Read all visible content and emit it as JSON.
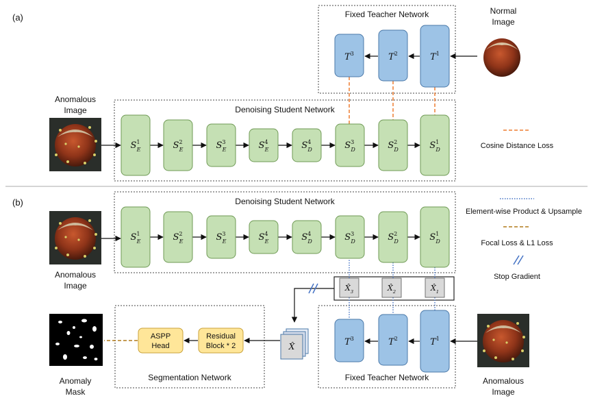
{
  "panel_a": {
    "label": "(a)",
    "teacher_title": "Fixed Teacher Network",
    "student_title": "Denoising Student Network",
    "normal_image_line1": "Normal",
    "normal_image_line2": "Image",
    "anomalous_image_line1": "Anomalous",
    "anomalous_image_line2": "Image",
    "legend_cosine": "Cosine Distance Loss"
  },
  "panel_b": {
    "label": "(b)",
    "student_title": "Denoising Student Network",
    "teacher_title": "Fixed Teacher Network",
    "segmentation_title": "Segmentation Network",
    "anomalous_image_line1": "Anomalous",
    "anomalous_image_line2": "Image",
    "anomaly_mask_line1": "Anomaly",
    "anomaly_mask_line2": "Mask",
    "aspp_line1": "ASPP",
    "aspp_line2": "Head",
    "residual_line1": "Residual",
    "residual_line2": "Block * 2",
    "legend_elementwise": "Element-wise Product & Upsample",
    "legend_focal": "Focal Loss & L1 Loss",
    "legend_stop": "Stop Gradient"
  },
  "symbols": {
    "student": [
      {
        "base": "S",
        "sub": "E",
        "sup": "1"
      },
      {
        "base": "S",
        "sub": "E",
        "sup": "2"
      },
      {
        "base": "S",
        "sub": "E",
        "sup": "3"
      },
      {
        "base": "S",
        "sub": "E",
        "sup": "4"
      },
      {
        "base": "S",
        "sub": "D",
        "sup": "4"
      },
      {
        "base": "S",
        "sub": "D",
        "sup": "3"
      },
      {
        "base": "S",
        "sub": "D",
        "sup": "2"
      },
      {
        "base": "S",
        "sub": "D",
        "sup": "1"
      }
    ],
    "teacher": [
      {
        "base": "T",
        "sup": "3"
      },
      {
        "base": "T",
        "sup": "2"
      },
      {
        "base": "T",
        "sup": "1"
      }
    ],
    "xhat": [
      {
        "base": "X̂",
        "sub": "3"
      },
      {
        "base": "X̂",
        "sub": "2"
      },
      {
        "base": "X̂",
        "sub": "1"
      }
    ],
    "xhat_stack": "X̂"
  },
  "colors": {
    "student_fill": "#c5e0b4",
    "student_stroke": "#6f9a55",
    "teacher_fill": "#9dc3e6",
    "teacher_stroke": "#4a78a8",
    "head_fill": "#ffe699",
    "head_stroke": "#c9a23a",
    "cosine_line": "#ed7d31",
    "focal_line": "#b07a1a",
    "product_line": "#4472c4"
  }
}
